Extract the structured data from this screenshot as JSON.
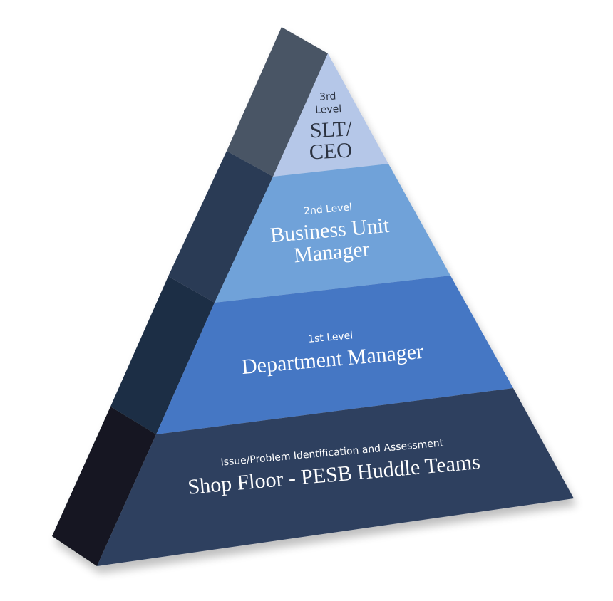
{
  "pyramid": {
    "levels": [
      {
        "id": "3rd",
        "caption": "3rd Level",
        "caption_lines": [
          "3rd",
          "Level"
        ],
        "title_lines": [
          "SLT/",
          "CEO"
        ],
        "front_color": "#b5c7e8",
        "side_color": "#4a5565",
        "text_color": "#2b3240"
      },
      {
        "id": "2nd",
        "caption": "2nd Level",
        "title_lines": [
          "Business Unit",
          "Manager"
        ],
        "front_color": "#6fa2d9",
        "side_color": "#2a3b55",
        "text_color": "#ffffff"
      },
      {
        "id": "1st",
        "caption": "1st Level",
        "title_lines": [
          "Department Manager"
        ],
        "front_color": "#4577c4",
        "side_color": "#1f2d45",
        "text_color": "#ffffff"
      },
      {
        "id": "base",
        "caption": "Issue/Problem Identification and Assessment",
        "title_lines": [
          "Shop Floor - PESB Huddle Teams"
        ],
        "front_color": "#2f3f5e",
        "side_color": "#121820",
        "text_color": "#ffffff"
      }
    ]
  }
}
